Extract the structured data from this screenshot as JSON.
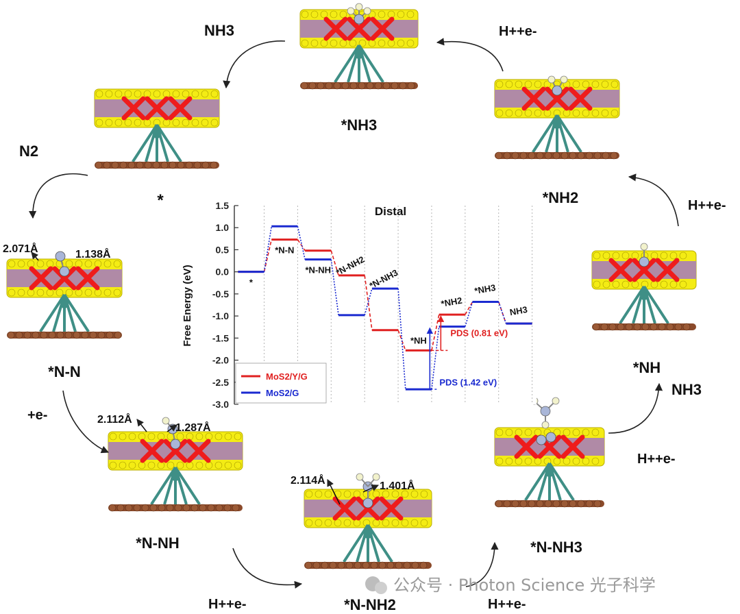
{
  "structures": [
    {
      "id": "star",
      "label": "*"
    },
    {
      "id": "n-n",
      "label": "*N-N",
      "bond_left": "2.071Å",
      "bond_right": "1.138Å"
    },
    {
      "id": "n-nh",
      "label": "*N-NH",
      "bond_left": "2.112Å",
      "bond_right": "1.287Å"
    },
    {
      "id": "n-nh2",
      "label": "*N-NH2",
      "bond_left": "2.114Å",
      "bond_right": "1.401Å"
    },
    {
      "id": "n-nh3",
      "label": "*N-NH3"
    },
    {
      "id": "nh",
      "label": "*NH"
    },
    {
      "id": "nh2",
      "label": "*NH2"
    },
    {
      "id": "nh3",
      "label": "*NH3"
    }
  ],
  "steps": {
    "n2": "N2",
    "e1": "+e-",
    "he_bottom_left": "H++e-",
    "he_bottom_mid": "H++e-",
    "he_right_low": "H++e-",
    "nh3_right": "NH3",
    "he_right_high": "H++e-",
    "he_top_right": "H++e-",
    "nh3_top": "NH3"
  },
  "colors": {
    "mos2_y_g": "#e02020",
    "mos2_g": "#1a2ad0",
    "sulfur": "#f4ec14",
    "molybdenum": "#b08aa6",
    "yttrium": "#ee1c1c",
    "carbon": "#8b4a2a",
    "metal_link": "#3f8f86",
    "nitrogen": "#a9b6d8",
    "hydrogen": "#f2f2cc"
  },
  "chart_data": {
    "type": "line",
    "title": "Distal",
    "ylabel": "Free Energy (eV)",
    "xlabel": "",
    "ylim": [
      -3.0,
      1.5
    ],
    "yticks": [
      "1.5",
      "1.0",
      "0.5",
      "0.0",
      "-0.5",
      "-1.0",
      "-1.5",
      "-2.0",
      "-2.5",
      "-3.0"
    ],
    "grid": "vertical-dotted",
    "legend": "bottom-left",
    "categories": [
      "*",
      "*N-N",
      "*N-NH",
      "*N-NH2",
      "*N-NH3",
      "*NH",
      "*NH2",
      "*NH3",
      "NH3"
    ],
    "series": [
      {
        "name": "MoS2/Y/G",
        "color": "#e02020",
        "values": [
          0.0,
          0.73,
          0.48,
          -0.08,
          -1.32,
          -1.78,
          -0.97,
          -0.68,
          -1.17
        ]
      },
      {
        "name": "MoS2/G",
        "color": "#1a2ad0",
        "values": [
          0.0,
          1.03,
          0.28,
          -0.98,
          -0.38,
          -2.66,
          -1.24,
          -0.68,
          -1.17
        ]
      }
    ],
    "annotations": [
      {
        "text": "PDS (0.81 eV)",
        "color": "#e02020",
        "from": -1.78,
        "to": -0.97
      },
      {
        "text": "PDS (1.42 eV)",
        "color": "#1a2ad0",
        "from": -2.66,
        "to": -1.24
      }
    ]
  },
  "watermark": "公众号 · Photon Science 光子科学"
}
